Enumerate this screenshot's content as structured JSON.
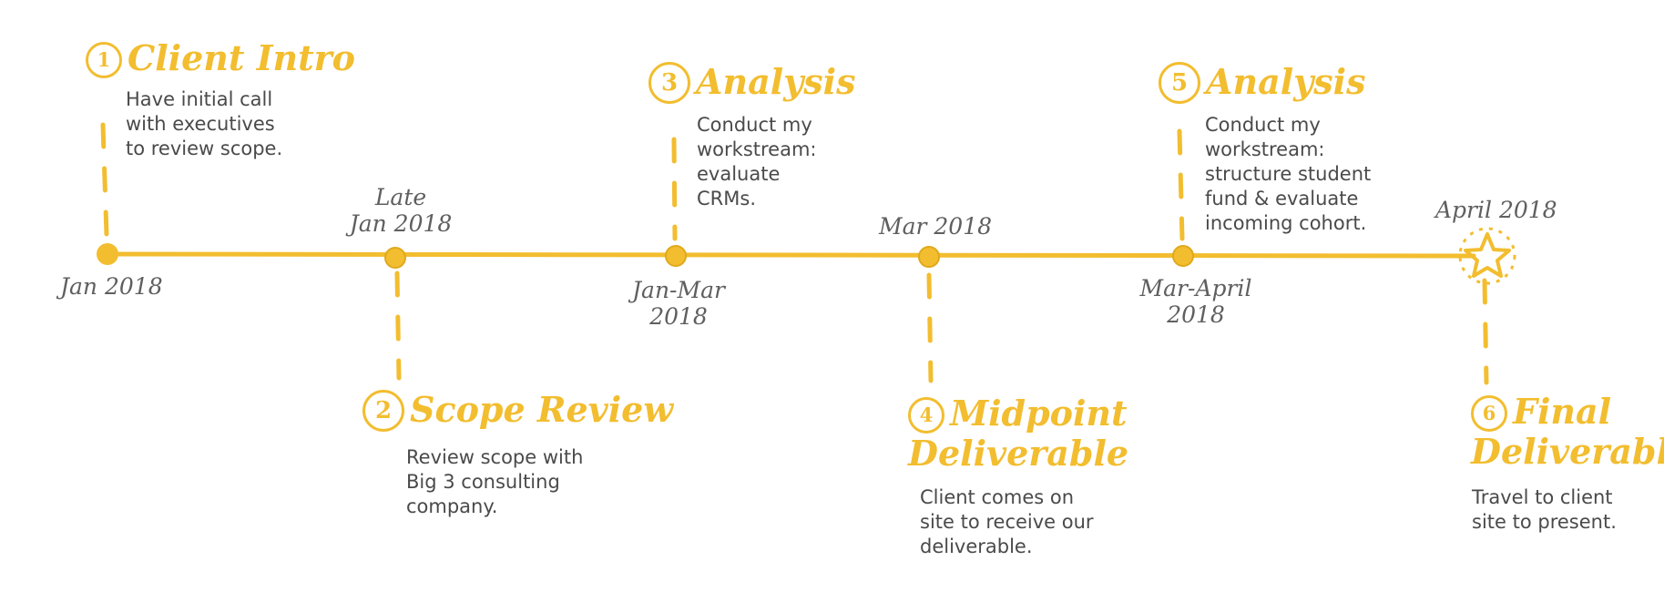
{
  "colors": {
    "accent": "#f2bd2f",
    "text": "#4a4a4a",
    "date": "#5f5f5f"
  },
  "milestones": [
    {
      "number": "1",
      "title": "Client Intro",
      "description": "Have initial call\nwith  executives\nto review scope.",
      "date": "Jan 2018"
    },
    {
      "number": "2",
      "title": "Scope Review",
      "description": "Review scope with\nBig 3 consulting\ncompany.",
      "date": "Late\nJan 2018"
    },
    {
      "number": "3",
      "title": "Analysis",
      "description": "Conduct my\nworkstream:\nevaluate\nCRMs.",
      "date": "Jan-Mar\n2018"
    },
    {
      "number": "4",
      "title_line1": "Midpoint",
      "title_line2": "Deliverable",
      "description": "Client comes on\nsite to receive our\ndeliverable.",
      "date": "Mar 2018"
    },
    {
      "number": "5",
      "title": "Analysis",
      "description": "Conduct my\nworkstream:\nstructure student\nfund & evaluate\nincoming cohort.",
      "date": "Mar-April\n2018"
    },
    {
      "number": "6",
      "title_line1": "Final",
      "title_line2": "Deliverable",
      "description": "Travel to client\nsite to present.",
      "date": "April 2018",
      "marker_icon": "star-icon"
    }
  ]
}
